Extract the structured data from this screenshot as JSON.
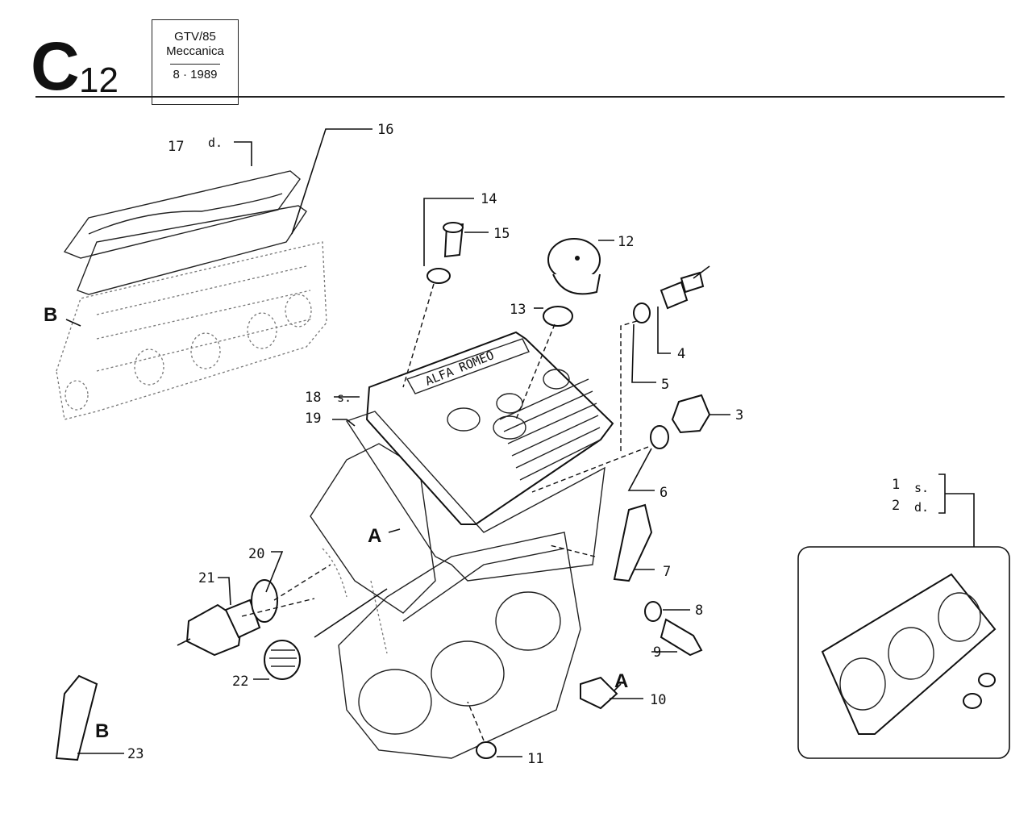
{
  "header": {
    "section_letter": "C",
    "section_number": "12",
    "model": "GTV/85",
    "group": "Meccanica",
    "date": "8 · 1989"
  },
  "callouts": {
    "c1": "1",
    "c2": "2",
    "c3": "3",
    "c4": "4",
    "c5": "5",
    "c6": "6",
    "c7": "7",
    "c8": "8",
    "c9": "9",
    "c10": "10",
    "c11": "11",
    "c12": "12",
    "c13": "13",
    "c14": "14",
    "c15": "15",
    "c16": "16",
    "c17": "17",
    "c18": "18",
    "c19": "19",
    "c20": "20",
    "c21": "21",
    "c22": "22",
    "c23": "23"
  },
  "side_marks": {
    "s17": "d.",
    "s18": "s.",
    "s1": "s.",
    "s2": "d."
  },
  "references": {
    "ref_b_left": "B",
    "ref_a_cover": "A",
    "ref_a_cap": "A",
    "ref_b_bracket": "B"
  },
  "logo_text": "ALFA ROMEO"
}
